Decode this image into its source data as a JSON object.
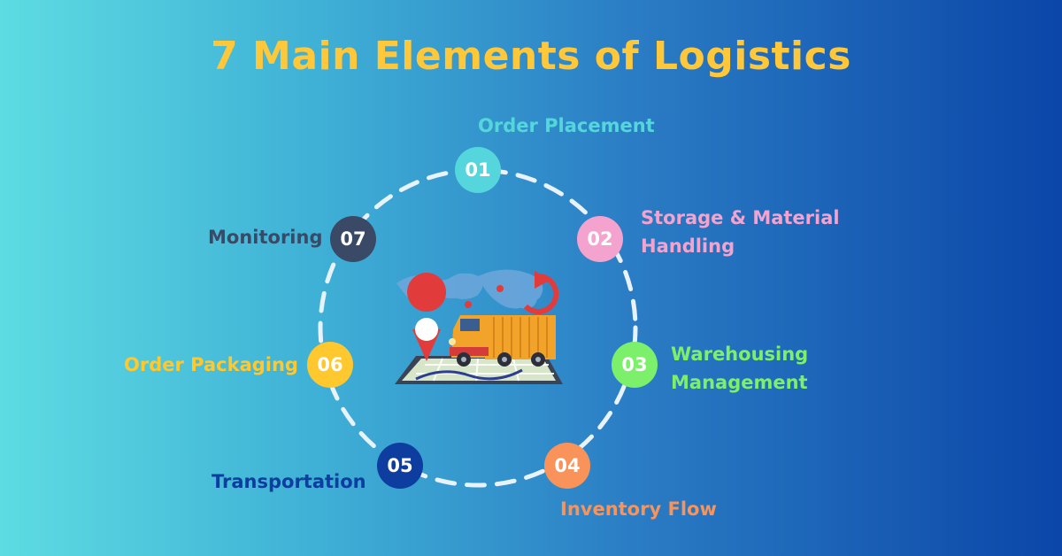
{
  "title": "7 Main Elements of Logistics",
  "colors": {
    "title": "#FFC73A",
    "ring": "#e8f2fb",
    "s01": "#55D6DC",
    "s02": "#F3A3CD",
    "s03": "#7CF06A",
    "s04": "#F9935A",
    "s05": "#0C3D9F",
    "s06": "#FFC82E",
    "s07": "#3A4A66"
  },
  "steps": [
    {
      "number": "01",
      "label_lines": [
        "Order Placement"
      ]
    },
    {
      "number": "02",
      "label_lines": [
        "Storage & Material",
        "Handling"
      ]
    },
    {
      "number": "03",
      "label_lines": [
        "Warehousing",
        "Management"
      ]
    },
    {
      "number": "04",
      "label_lines": [
        "Inventory Flow"
      ]
    },
    {
      "number": "05",
      "label_lines": [
        "Transportation"
      ]
    },
    {
      "number": "06",
      "label_lines": [
        "Order Packaging"
      ]
    },
    {
      "number": "07",
      "label_lines": [
        "Monitoring"
      ]
    }
  ],
  "icons": {
    "center": "logistics-truck-map-icon"
  }
}
